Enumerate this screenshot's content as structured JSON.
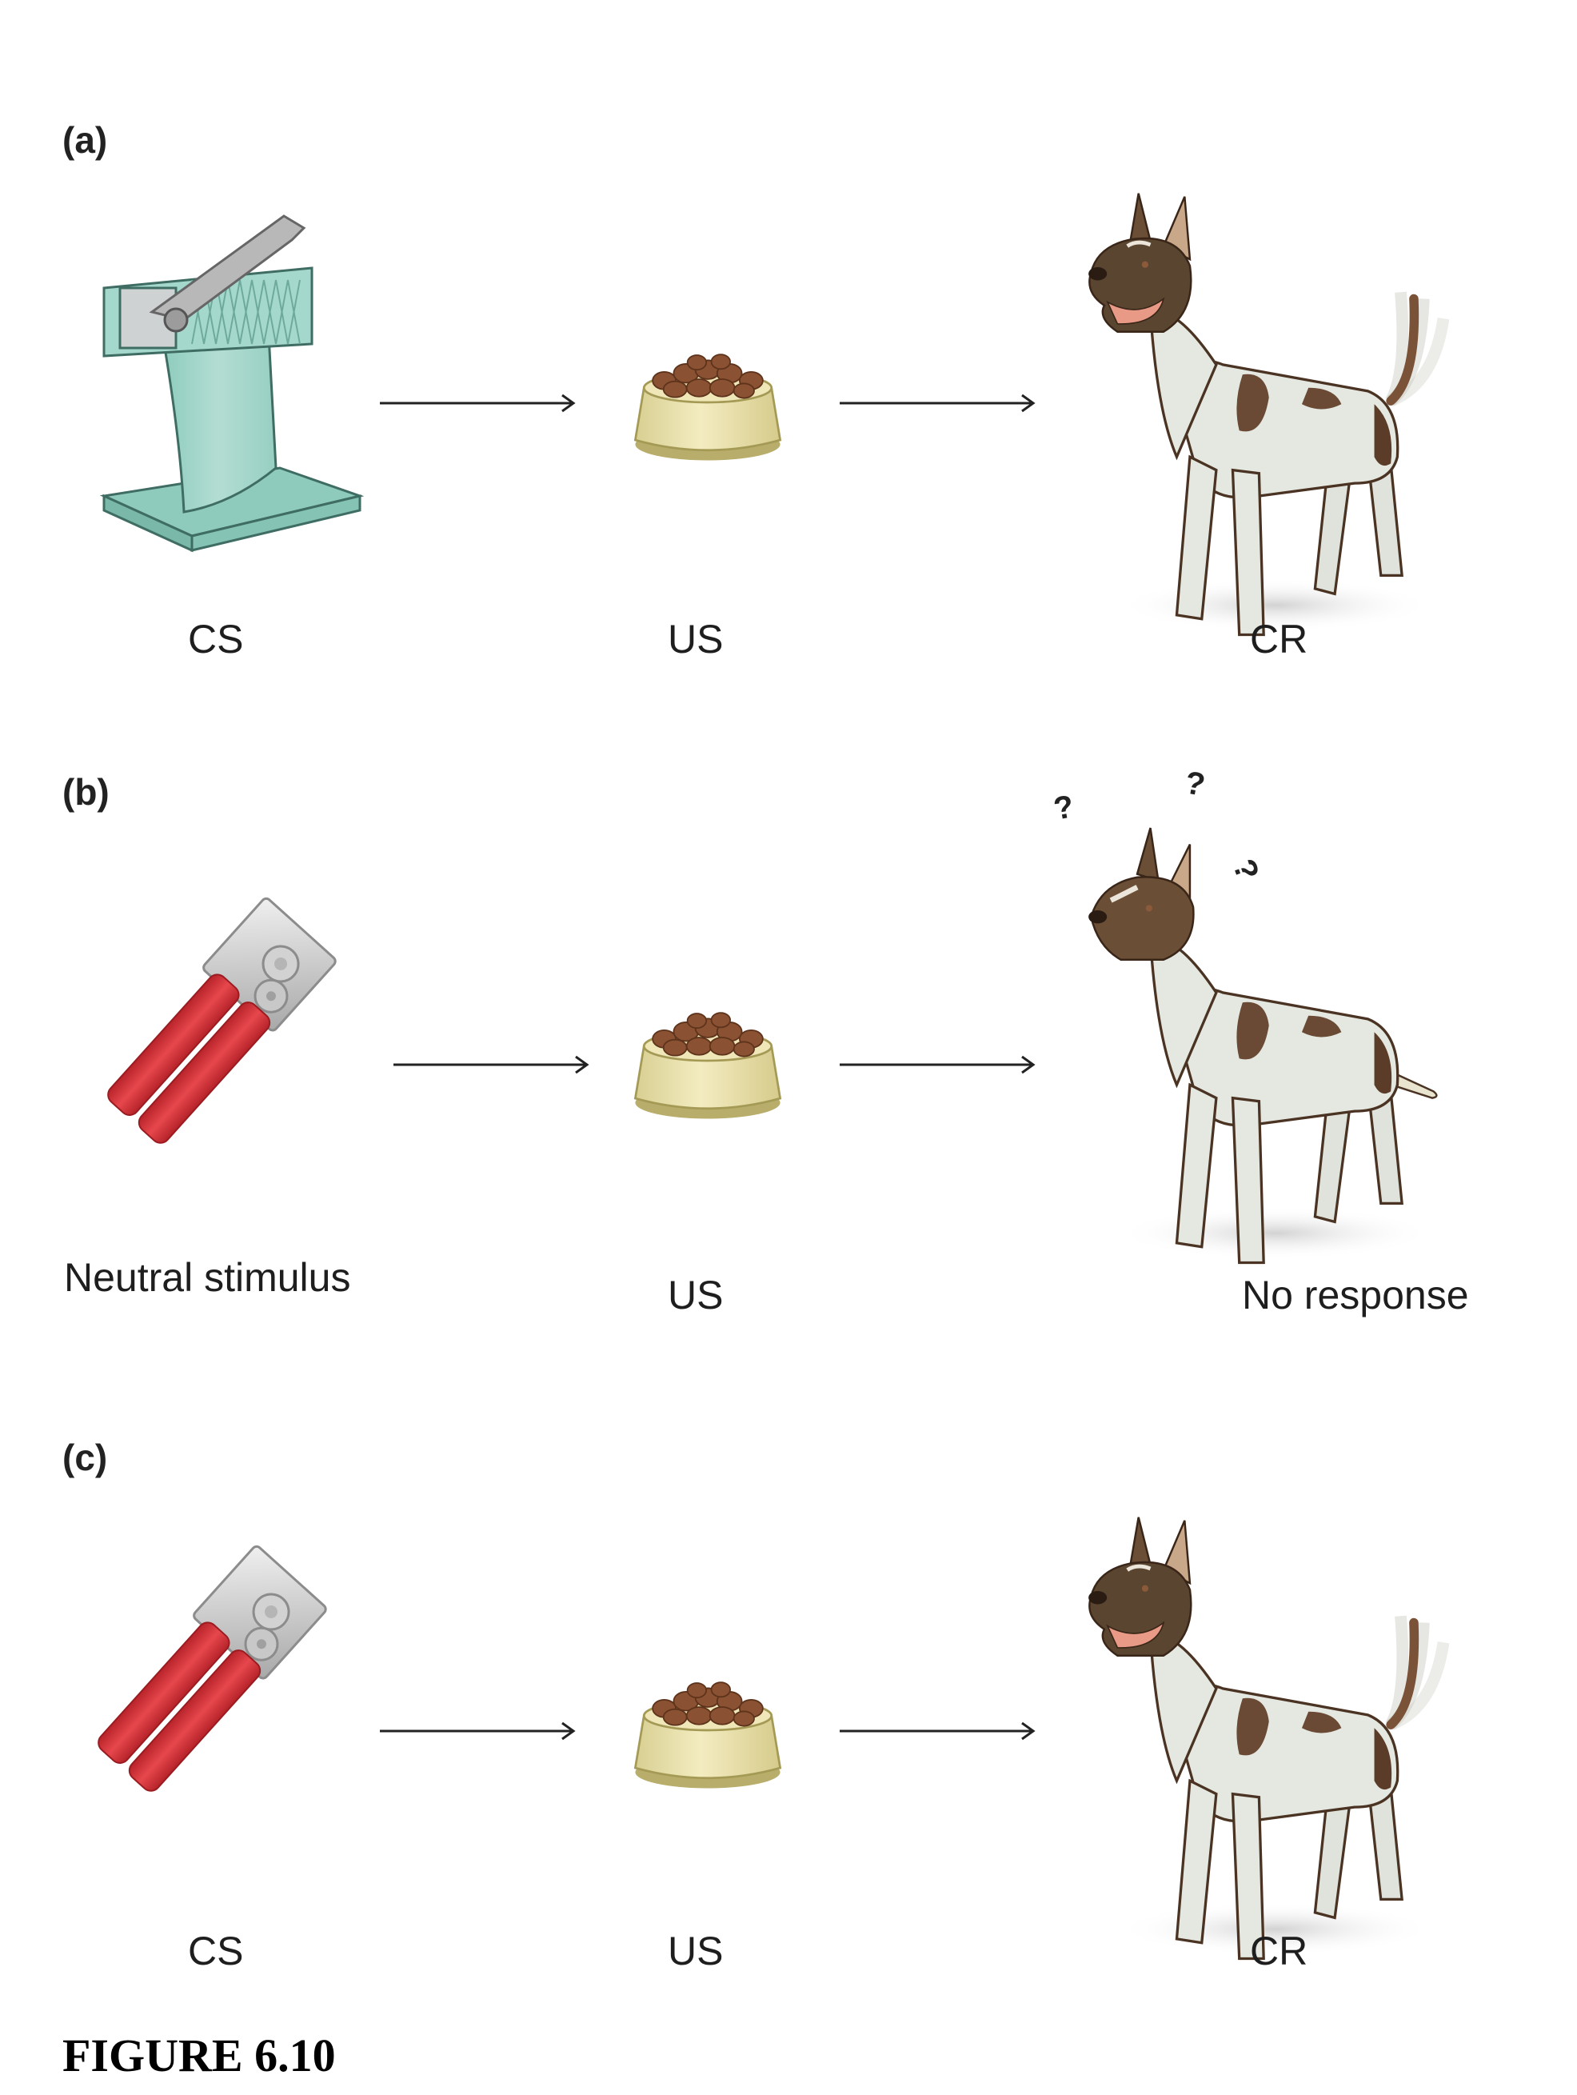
{
  "figure": {
    "caption": "FIGURE 6.10",
    "panels": [
      {
        "letter": "(a)",
        "stimulus": {
          "icon": "electric-can-opener-icon",
          "label": "CS"
        },
        "unconditioned_stimulus": {
          "icon": "food-bowl-icon",
          "label": "US"
        },
        "response": {
          "icon": "excited-dog-wagging-tail-icon",
          "label": "CR"
        }
      },
      {
        "letter": "(b)",
        "stimulus": {
          "icon": "manual-can-opener-icon",
          "label": "Neutral stimulus"
        },
        "unconditioned_stimulus": {
          "icon": "food-bowl-icon",
          "label": "US"
        },
        "response": {
          "icon": "confused-dog-icon",
          "label": "No response",
          "marks": [
            "?",
            "?",
            "?"
          ]
        }
      },
      {
        "letter": "(c)",
        "stimulus": {
          "icon": "manual-can-opener-icon",
          "label": "CS"
        },
        "unconditioned_stimulus": {
          "icon": "food-bowl-icon",
          "label": "US"
        },
        "response": {
          "icon": "excited-dog-wagging-tail-icon",
          "label": "CR"
        }
      }
    ]
  },
  "colors": {
    "opener_teal": "#9fd3c7",
    "opener_red": "#d8363c",
    "bowl_cream": "#efe6b4",
    "kibble_brown": "#8a5232",
    "dog_brown": "#5a4330",
    "dog_white": "#e6e9e2"
  }
}
